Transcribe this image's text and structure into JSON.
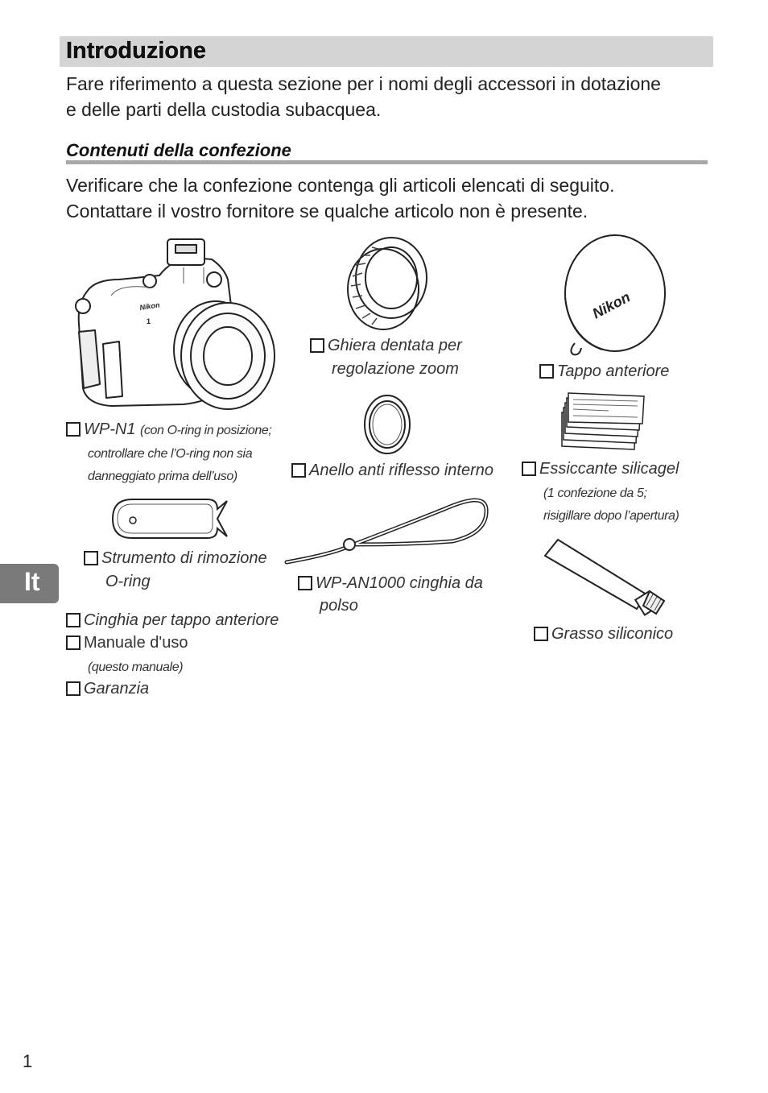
{
  "header": {
    "title": "Introduzione",
    "intro_line1": "Fare riferimento a questa sezione per i nomi degli accessori in dotazione",
    "intro_line2": "e delle parti della custodia subacquea."
  },
  "section": {
    "heading": "Contenuti della confezione",
    "line1": "Verificare che la confezione contenga gli articoli elencati di seguito.",
    "line2": "Contattare il vostro fornitore se qualche articolo non è presente."
  },
  "items": {
    "housing": {
      "label": "WP-N1",
      "note1": "(con O-ring in posizione;",
      "note2": "controllare che l’O-ring non sia",
      "note3": "danneggiato prima dell’uso)",
      "logo": "Nikon",
      "logo_num": "1"
    },
    "zoom_ring": {
      "line1": "Ghiera dentata per",
      "line2": "regolazione zoom"
    },
    "front_cap": {
      "label": "Tappo anteriore",
      "logo": "Nikon"
    },
    "anti_reflection": {
      "label": "Anello anti riflesso interno"
    },
    "desiccant": {
      "label": "Essiccante silicagel",
      "note1": "(1 confezione da 5;",
      "note2": "risigillare dopo l’apertura)"
    },
    "oring_tool": {
      "line1": "Strumento di rimozione",
      "line2": "O-ring"
    },
    "wrist_strap": {
      "line1": "WP-AN1000 cinghia da",
      "line2": "polso"
    },
    "silicone_grease": {
      "label": "Grasso siliconico"
    },
    "cap_strap": {
      "label": "Cinghia per tappo anteriore"
    },
    "manual": {
      "label": "Manuale d'uso",
      "note": "(questo manuale)"
    },
    "warranty": {
      "label": "Garanzia"
    }
  },
  "side_tab": {
    "label": "It"
  },
  "footer": {
    "page_number": "1"
  },
  "colors": {
    "title_bar": "#d4d4d4",
    "rule": "#a8a8a8",
    "side_tab": "#7a7a7a"
  }
}
